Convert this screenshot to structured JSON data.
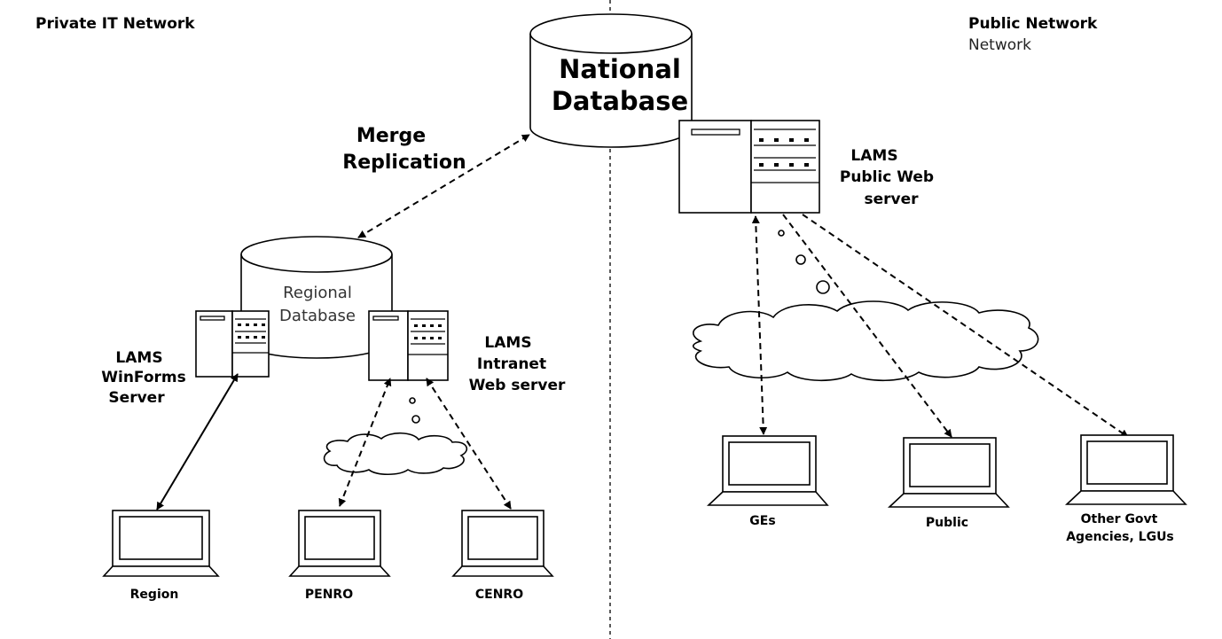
{
  "headers": {
    "private": "Private IT Network",
    "public_line1": "Public Network",
    "public_line2": "Network"
  },
  "national_db": {
    "line1": "National",
    "line2": "Database"
  },
  "merge": {
    "line1": "Merge",
    "line2": "Replication"
  },
  "regional_db": {
    "line1": "Regional",
    "line2": "Database"
  },
  "winforms": {
    "line1": "LAMS",
    "line2": "WinForms",
    "line3": "Server"
  },
  "intranet": {
    "line1": "LAMS",
    "line2": "Intranet",
    "line3": "Web server"
  },
  "public_web": {
    "line1": "LAMS",
    "line2": "Public Web",
    "line3": "server"
  },
  "clients": {
    "region": "Region",
    "penro": "PENRO",
    "cenro": "CENRO",
    "ges": "GEs",
    "public": "Public",
    "other_line1": "Other Govt",
    "other_line2": "Agencies, LGUs"
  }
}
